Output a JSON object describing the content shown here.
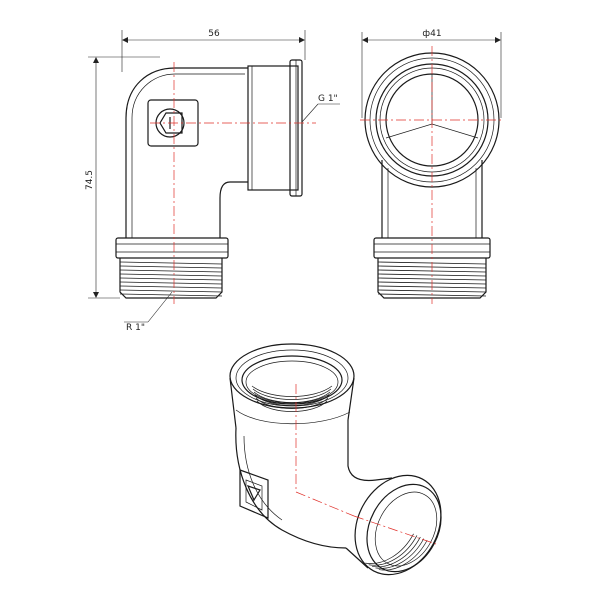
{
  "dimensions": {
    "width": "56",
    "diameter": "ф41",
    "height": "74.5",
    "thread_top": "G 1\"",
    "thread_bottom": "R 1\""
  },
  "colors": {
    "outline": "#1a1a1a",
    "centerline": "#e0302a"
  },
  "icons": {
    "logo": "brand-logo-emblem"
  }
}
